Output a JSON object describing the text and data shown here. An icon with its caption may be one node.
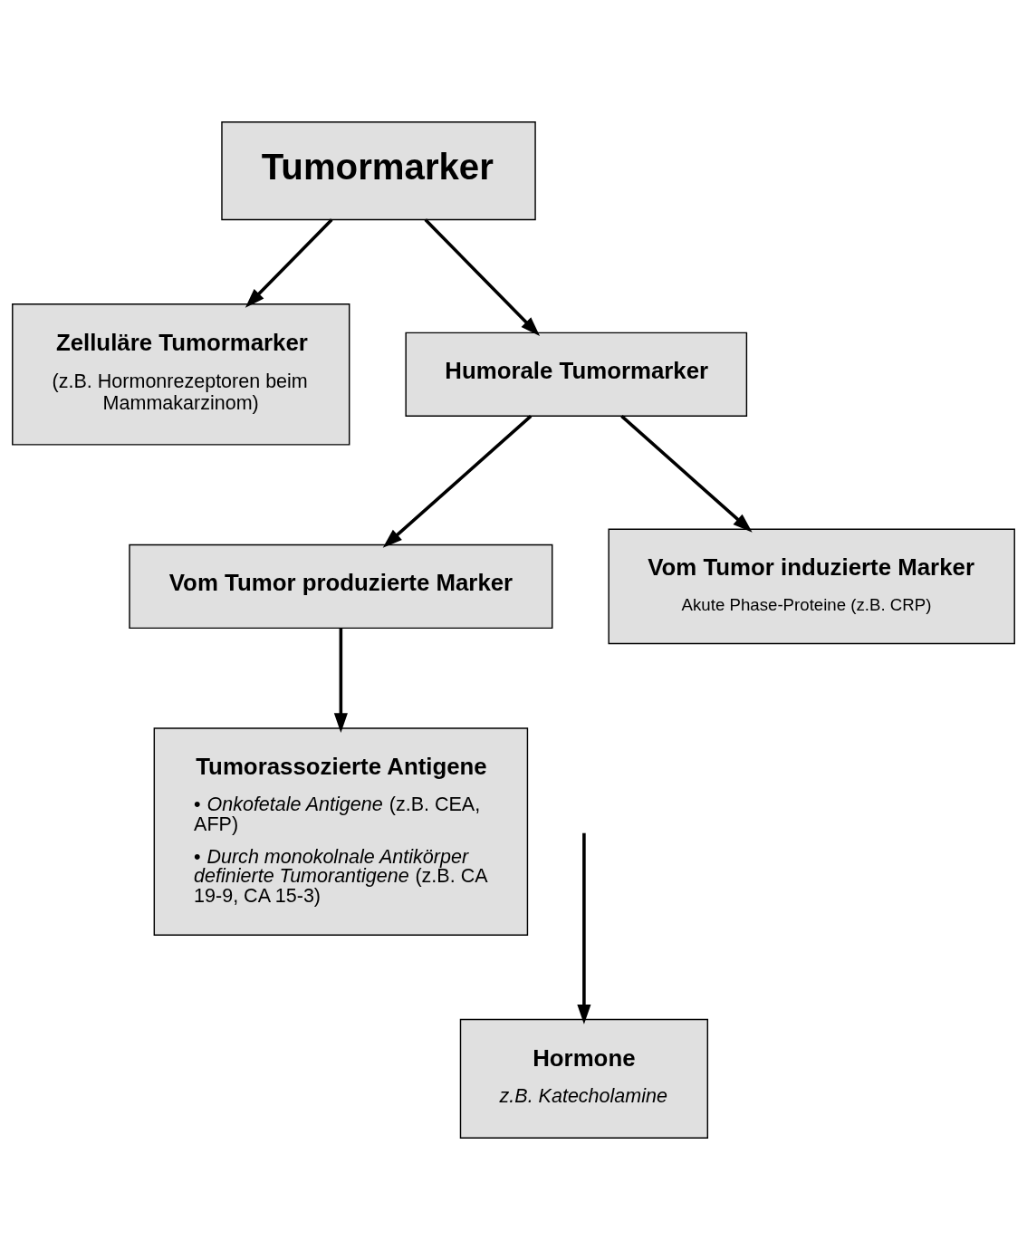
{
  "diagram": {
    "nodes": [
      {
        "text": [
          "Tumormarker"
        ]
      },
      {
        "text": [
          "Zelluläre Tumormarker",
          "(z.B. Hormonrezeptoren beim Mammakarzinom)"
        ]
      },
      {
        "text": [
          "Humorale Tumormarker"
        ]
      },
      {
        "text": [
          "Vom Tumor produzierte Marker"
        ]
      },
      {
        "text": [
          "Vom Tumor induzierte Marker",
          "Akute Phase-Proteine (z.B. CRP)"
        ]
      },
      {
        "text": [
          "Tumorassozierte Antigene",
          "• *Onkofetale Antigene* (z.B. CEA, AFP)",
          "• *Durch monokolnale Antikörper definierte Tumorantigene* (z.B. CA 19-9, CA 15-3)"
        ]
      },
      {
        "text": [
          "Hormone",
          "z.B. Katecholamine"
        ]
      }
    ],
    "edges": [
      {
        "from": 0,
        "to": 1,
        "arrow": "to"
      },
      {
        "from": 0,
        "to": 2,
        "arrow": "to"
      },
      {
        "from": 2,
        "to": 3,
        "arrow": "to"
      },
      {
        "from": 2,
        "to": 4,
        "arrow": "to"
      },
      {
        "from": 3,
        "to": 5,
        "arrow": "to"
      },
      {
        "from": null,
        "to": 6,
        "arrow": "to"
      }
    ]
  }
}
